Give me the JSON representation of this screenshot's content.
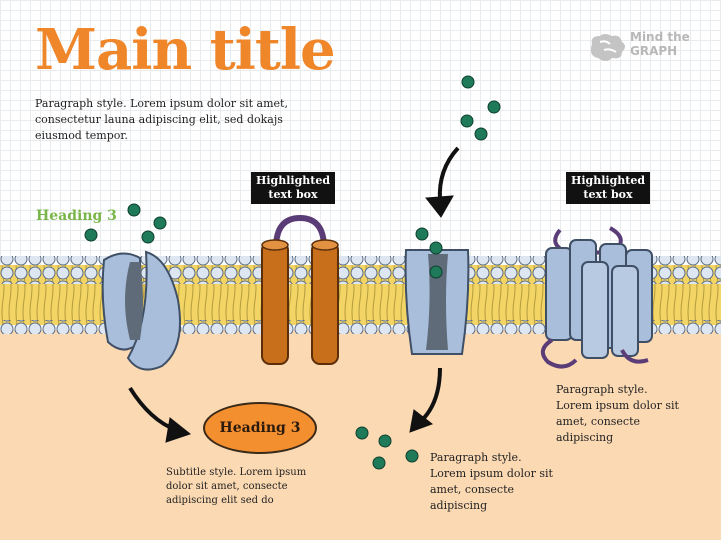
{
  "header": {
    "title": "Main title",
    "intro": "Paragraph style. Lorem ipsum dolor sit amet, consectetur launa adipiscing elit, sed dokajs eiusmod tempor."
  },
  "logo": {
    "line1": "Mind the",
    "line2": "GRAPH",
    "icon": "brain-icon"
  },
  "labels": {
    "heading_green": "Heading 3",
    "highlight_1": "Highlighted text box",
    "highlight_2": "Highlighted text box",
    "oval_heading": "Heading 3",
    "subtitle": "Subtitle style. Lorem ipsum dolor sit amet, consecte adipiscing elit sed do",
    "para_middle": "Paragraph style. Lorem ipsum dolor sit amet, consecte adipiscing",
    "para_right": "Paragraph style. Lorem ipsum dolor sit amet, consecte adipiscing"
  },
  "colors": {
    "title": "#f0862a",
    "heading_green": "#79b548",
    "membrane": "#f3d566",
    "cytoplasm": "#fbd9b3",
    "molecule": "#1f7a5a",
    "channel_blue": "#a9bedb",
    "channel_orange": "#c86f1c"
  }
}
